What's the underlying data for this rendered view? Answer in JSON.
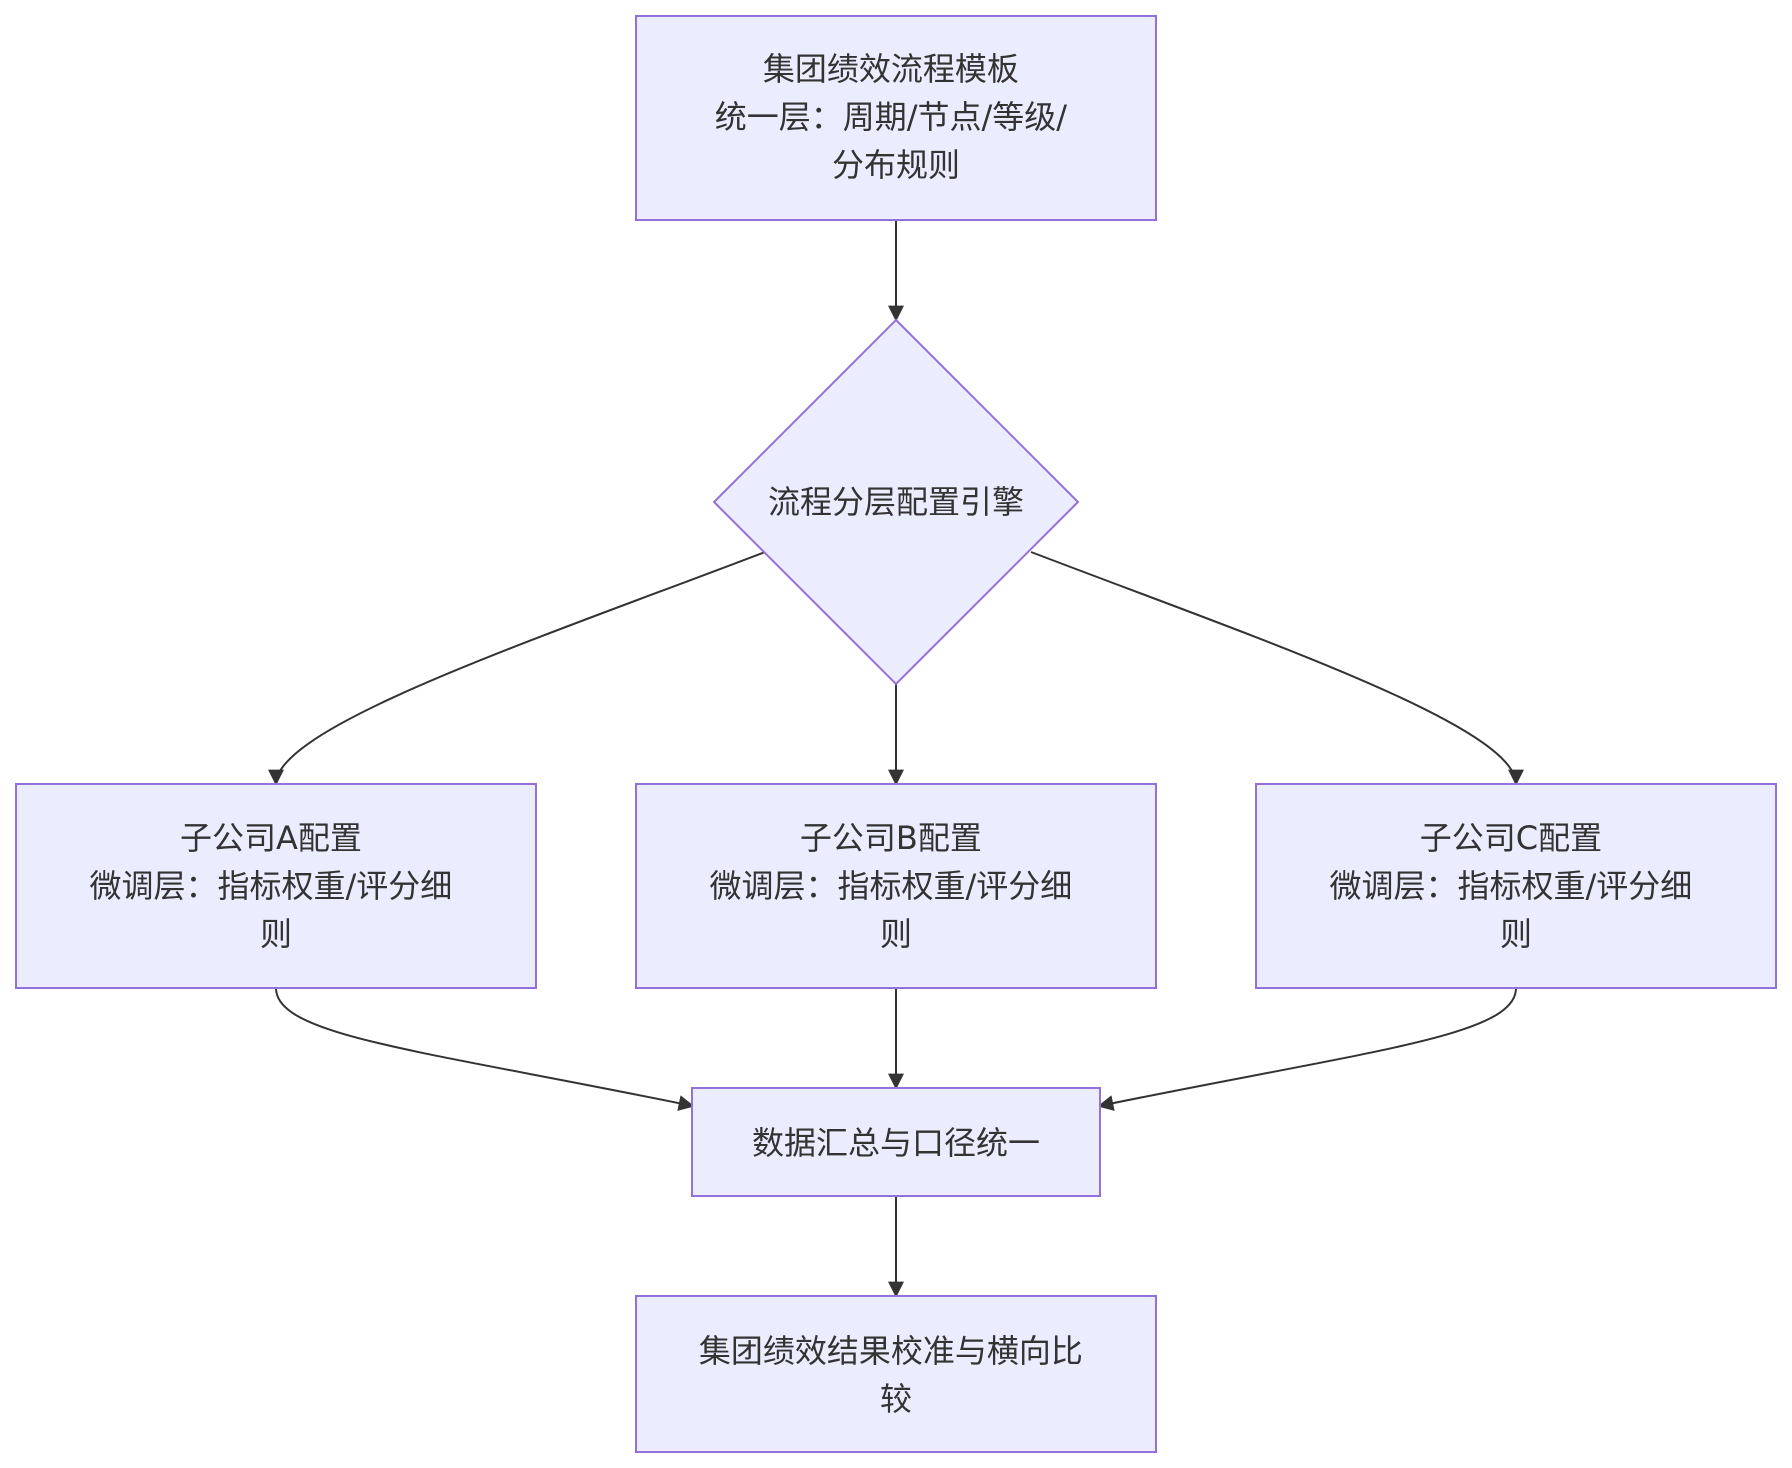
{
  "nodes": {
    "template": {
      "lines": [
        "集团绩效流程模板",
        "统一层：周期/节点/等级/",
        "分布规则"
      ]
    },
    "engine": {
      "lines": [
        "流程分层配置引擎"
      ]
    },
    "sub_a": {
      "lines": [
        "子公司A配置",
        "微调层：指标权重/评分细",
        "则"
      ]
    },
    "sub_b": {
      "lines": [
        "子公司B配置",
        "微调层：指标权重/评分细",
        "则"
      ]
    },
    "sub_c": {
      "lines": [
        "子公司C配置",
        "微调层：指标权重/评分细",
        "则"
      ]
    },
    "aggregate": {
      "lines": [
        "数据汇总与口径统一"
      ]
    },
    "calibrate": {
      "lines": [
        "集团绩效结果校准与横向比",
        "较"
      ]
    }
  },
  "edges": [
    {
      "from": "template",
      "to": "engine"
    },
    {
      "from": "engine",
      "to": "sub_a"
    },
    {
      "from": "engine",
      "to": "sub_b"
    },
    {
      "from": "engine",
      "to": "sub_c"
    },
    {
      "from": "sub_a",
      "to": "aggregate"
    },
    {
      "from": "sub_b",
      "to": "aggregate"
    },
    {
      "from": "sub_c",
      "to": "aggregate"
    },
    {
      "from": "aggregate",
      "to": "calibrate"
    }
  ],
  "colors": {
    "node_fill": "#ECECFF",
    "node_stroke": "#9370DB",
    "edge": "#333333",
    "text": "#333333"
  }
}
